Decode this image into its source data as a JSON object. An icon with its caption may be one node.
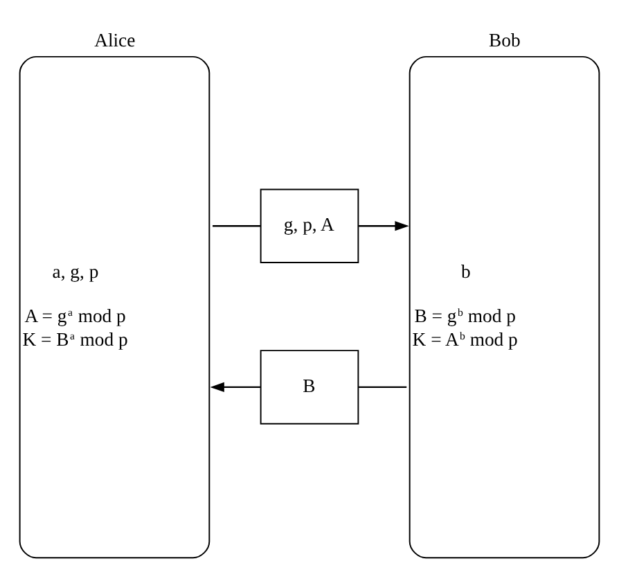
{
  "diagram": {
    "nodes": [
      {
        "text": [
          "Alice",
          "a, g, p",
          "A = g$^{a}$ mod p",
          "K = B$^{a}$ mod p"
        ]
      },
      {
        "text": [
          "g, p, A"
        ]
      },
      {
        "text": [
          "Bob",
          "b",
          "B = g$^{b}$ mod p",
          "K = A$^{b}$ mod p"
        ]
      },
      {
        "text": [
          "B"
        ]
      }
    ],
    "edges": [
      {
        "from": 0,
        "to": 1,
        "arrow": "none"
      },
      {
        "from": 1,
        "to": 2,
        "arrow": "to"
      },
      {
        "from": 2,
        "to": 3,
        "arrow": "none"
      },
      {
        "from": 3,
        "to": 0,
        "arrow": "to"
      }
    ]
  }
}
